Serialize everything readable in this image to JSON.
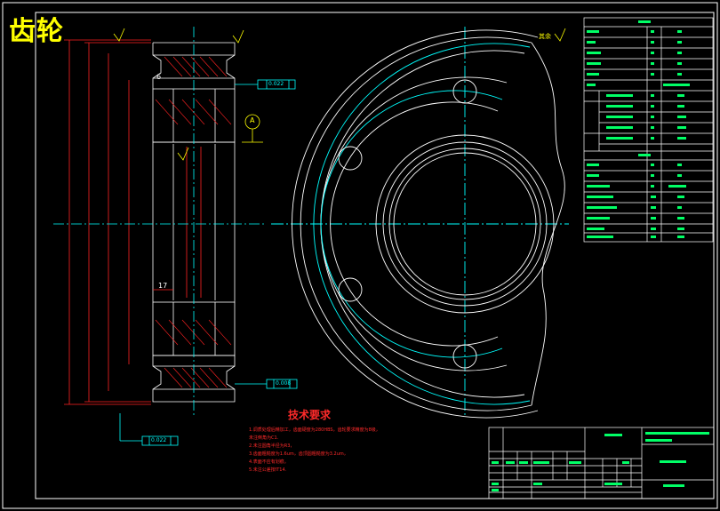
{
  "drawing": {
    "title": "齿轮",
    "tech_requirements_title": "技术要求",
    "tech_requirements": [
      "1.调质处理后精加工，齿面硬度为280HBS，齿轮要求精度为8级，",
      "  未注倒角为C1.",
      "2.未注圆角半径为R3，",
      "3.齿面粗糙度为1.6um，齿顶圆粗糙度为3.2um，",
      "4.表面不应有划痕。",
      "5.未注公差按IT14."
    ],
    "roughness_general": "其余",
    "datum_label": "A",
    "dimension_17": "17",
    "dimension_6": "6",
    "tolerances": [
      "0.022",
      "0.022",
      "0.008"
    ],
    "colors": {
      "background": "#000000",
      "outline": "#ffffff",
      "centerline": "#00ffff",
      "dimension": "#ff2222",
      "hatch": "#ff2222",
      "table_text": "#00ff66",
      "frame_border": "#ffffff"
    }
  }
}
